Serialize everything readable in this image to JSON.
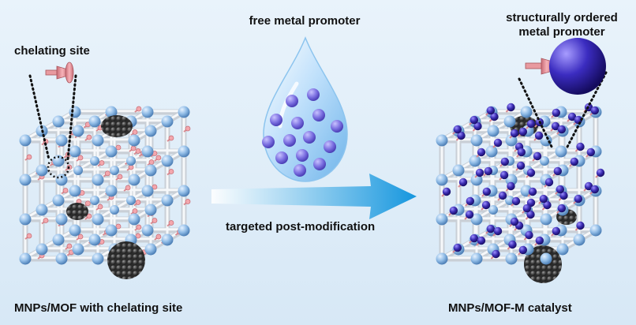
{
  "labels": {
    "chelating_site": "chelating site",
    "free_promoter": "free metal promoter",
    "ordered_promoter_line1": "structurally ordered",
    "ordered_promoter_line2": "metal promoter",
    "modification": "targeted post-modification",
    "left_caption": "MNPs/MOF with chelating site",
    "right_caption": "MNPs/MOF-M catalyst"
  },
  "colors": {
    "background_top": "#e9f3fb",
    "background_bottom": "#d7e8f6",
    "frame_node": "#8fbbe6",
    "frame_rod": "#e9ecef",
    "nanoparticle": "#4a4a4a",
    "chelating_group": "#f0a0a6",
    "metal_promoter": "#3a2bb0",
    "droplet": "#a9d4f5",
    "arrow": "#1e9ee0"
  },
  "icons": {
    "chelating_site": "funnel-ligand-icon",
    "metal_promoter": "metal-sphere-icon",
    "droplet": "droplet-icon",
    "arrow": "arrow-right-icon"
  }
}
